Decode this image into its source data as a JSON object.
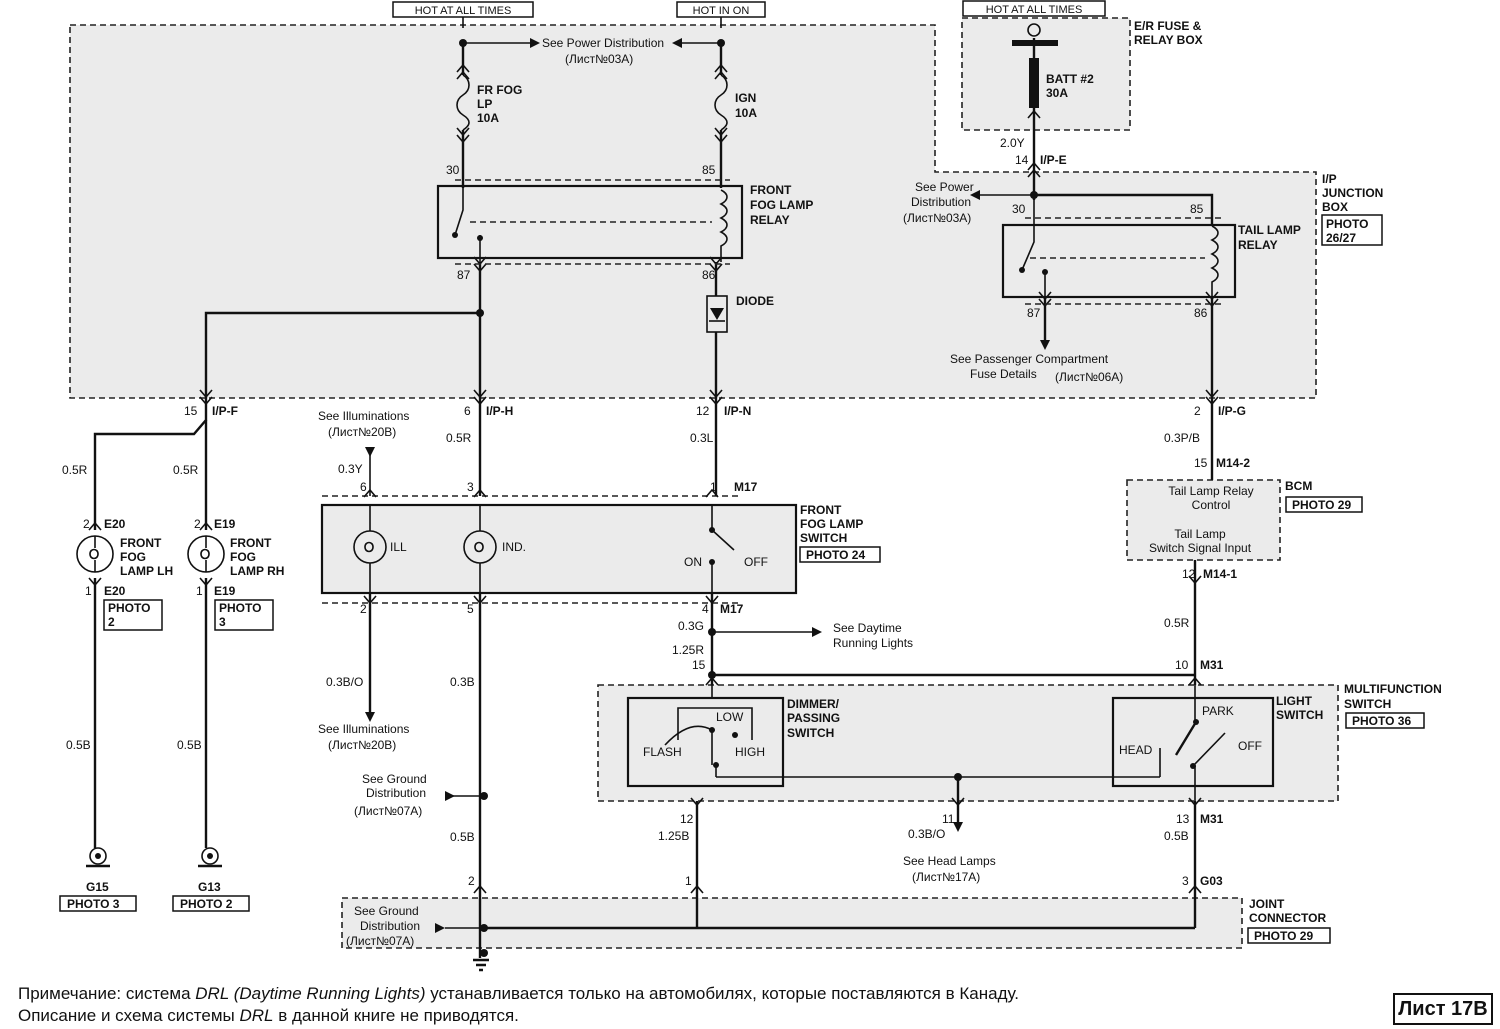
{
  "power": {
    "hot_always_left": "HOT AT ALL TIMES",
    "hot_in_on": "HOT IN ON",
    "hot_always_right": "HOT AT ALL TIMES"
  },
  "refs": {
    "power_dist": "See Power Distribution",
    "sheet_03a": "(Лист№03А)",
    "power_dist_a": "See Power",
    "power_dist_b": "Distribution",
    "sheet_03a_b": "(Лист№03А)",
    "pass_comp_a": "See Passenger Compartment",
    "pass_comp_b": "Fuse Details",
    "sheet_06a": "(Лист№06А)",
    "illum_a": "See Illuminations",
    "sheet_20b_a": "(Лист№20В)",
    "illum_b": "See Illuminations",
    "sheet_20b_b": "(Лист№20В)",
    "ground_a1": "See Ground",
    "ground_a2": "Distribution",
    "sheet_07a_a": "(Лист№07А)",
    "ground_b1": "See Ground",
    "ground_b2": "Distribution",
    "sheet_07a_b": "(Лист№07А)",
    "drl_a": "See Daytime",
    "drl_b": "Running Lights",
    "head_lamps": "See Head Lamps",
    "sheet_17a": "(Лист№17А)"
  },
  "fuses": {
    "fr_fog_1": "FR FOG",
    "fr_fog_2": "LP",
    "fr_fog_3": "10A",
    "ign_1": "IGN",
    "ign_2": "10A",
    "batt_1": "BATT #2",
    "batt_2": "30A"
  },
  "components": {
    "er_box_1": "E/R FUSE &",
    "er_box_2": "RELAY BOX",
    "ip_jb_1": "I/P",
    "ip_jb_2": "JUNCTION",
    "ip_jb_3": "BOX",
    "photo_2627_1": "PHOTO",
    "photo_2627_2": "26/27",
    "fog_relay_1": "FRONT",
    "fog_relay_2": "FOG LAMP",
    "fog_relay_3": "RELAY",
    "tail_relay_1": "TAIL LAMP",
    "tail_relay_2": "RELAY",
    "diode": "DIODE",
    "fog_switch_1": "FRONT",
    "fog_switch_2": "FOG LAMP",
    "fog_switch_3": "SWITCH",
    "photo_24": "PHOTO 24",
    "ill": "ILL",
    "ind": "IND.",
    "on": "ON",
    "off": "OFF",
    "bcm": "BCM",
    "photo_29": "PHOTO 29",
    "bcm_ctrl_1": "Tail Lamp Relay",
    "bcm_ctrl_2": "Control",
    "bcm_sig_1": "Tail Lamp",
    "bcm_sig_2": "Switch Signal Input",
    "lamp_lh_1": "FRONT",
    "lamp_lh_2": "FOG",
    "lamp_lh_3": "LAMP LH",
    "lamp_rh_1": "FRONT",
    "lamp_rh_2": "FOG",
    "lamp_rh_3": "LAMP RH",
    "photo_lh_1": "PHOTO",
    "photo_lh_2": "2",
    "photo_rh_1": "PHOTO",
    "photo_rh_2": "3",
    "dimmer_1": "DIMMER/",
    "dimmer_2": "PASSING",
    "dimmer_3": "SWITCH",
    "low": "LOW",
    "flash": "FLASH",
    "high": "HIGH",
    "park": "PARK",
    "head": "HEAD",
    "light_off": "OFF",
    "light_sw_1": "LIGHT",
    "light_sw_2": "SWITCH",
    "multi_1": "MULTIFUNCTION",
    "multi_2": "SWITCH",
    "photo_36": "PHOTO 36",
    "joint_1": "JOINT",
    "joint_2": "CONNECTOR",
    "photo_29_b": "PHOTO 29",
    "g15": "G15",
    "g13": "G13",
    "photo_3_g": "PHOTO 3",
    "photo_2_g": "PHOTO 2"
  },
  "connectors": {
    "ip_f": "I/P-F",
    "ip_h": "I/P-H",
    "ip_n": "I/P-N",
    "ip_e": "I/P-E",
    "ip_g": "I/P-G",
    "m17_top": "M17",
    "m17_bot": "M17",
    "m14_2": "M14-2",
    "m14_1": "M14-1",
    "m31_top": "M31",
    "m31_bot": "M31",
    "g03": "G03",
    "e20_top": "E20",
    "e20_bot": "E20",
    "e19_top": "E19",
    "e19_bot": "E19"
  },
  "pins": {
    "r30": "30",
    "r85": "85",
    "r87": "87",
    "r86": "86",
    "t30": "30",
    "t85": "85",
    "t87": "87",
    "t86": "86",
    "p15": "15",
    "p6": "6",
    "p12": "12",
    "p14": "14",
    "p2": "2",
    "s6": "6",
    "s3": "3",
    "s1": "1",
    "s2": "2",
    "s5": "5",
    "s4": "4",
    "b15": "15",
    "b12": "12",
    "l2a": "2",
    "l1a": "1",
    "l2b": "2",
    "l1b": "1",
    "m15": "15",
    "m10": "10",
    "m12": "12",
    "m11": "11",
    "m13": "13",
    "j2": "2",
    "j1": "1",
    "j3": "3"
  },
  "wires": {
    "w_2_0y": "2.0Y",
    "w_0_5r_lh": "0.5R",
    "w_0_5r_rh": "0.5R",
    "w_0_5r_h": "0.5R",
    "w_0_3l": "0.3L",
    "w_0_3y": "0.3Y",
    "w_0_3pb": "0.3P/B",
    "w_0_3bo": "0.3B/O",
    "w_0_3b": "0.3B",
    "w_0_5b_lh": "0.5B",
    "w_0_5b_rh": "0.5B",
    "w_0_3g": "0.3G",
    "w_1_25r": "1.25R",
    "w_0_5r_bcm": "0.5R",
    "w_1_25b": "1.25B",
    "w_0_3bo_m": "0.3B/O",
    "w_0_5b_m": "0.5B",
    "w_0_5b_g": "0.5B"
  },
  "note": {
    "line1_pre": "Примечание: система ",
    "line1_em": "DRL (Daytime Running Lights)",
    "line1_post": " устанавливается только на автомобилях, которые поставляются в Канаду.",
    "line2_pre": "Описание и схема системы ",
    "line2_em": "DRL",
    "line2_post": " в данной книге не приводятся."
  },
  "sheet": "Лист 17В"
}
